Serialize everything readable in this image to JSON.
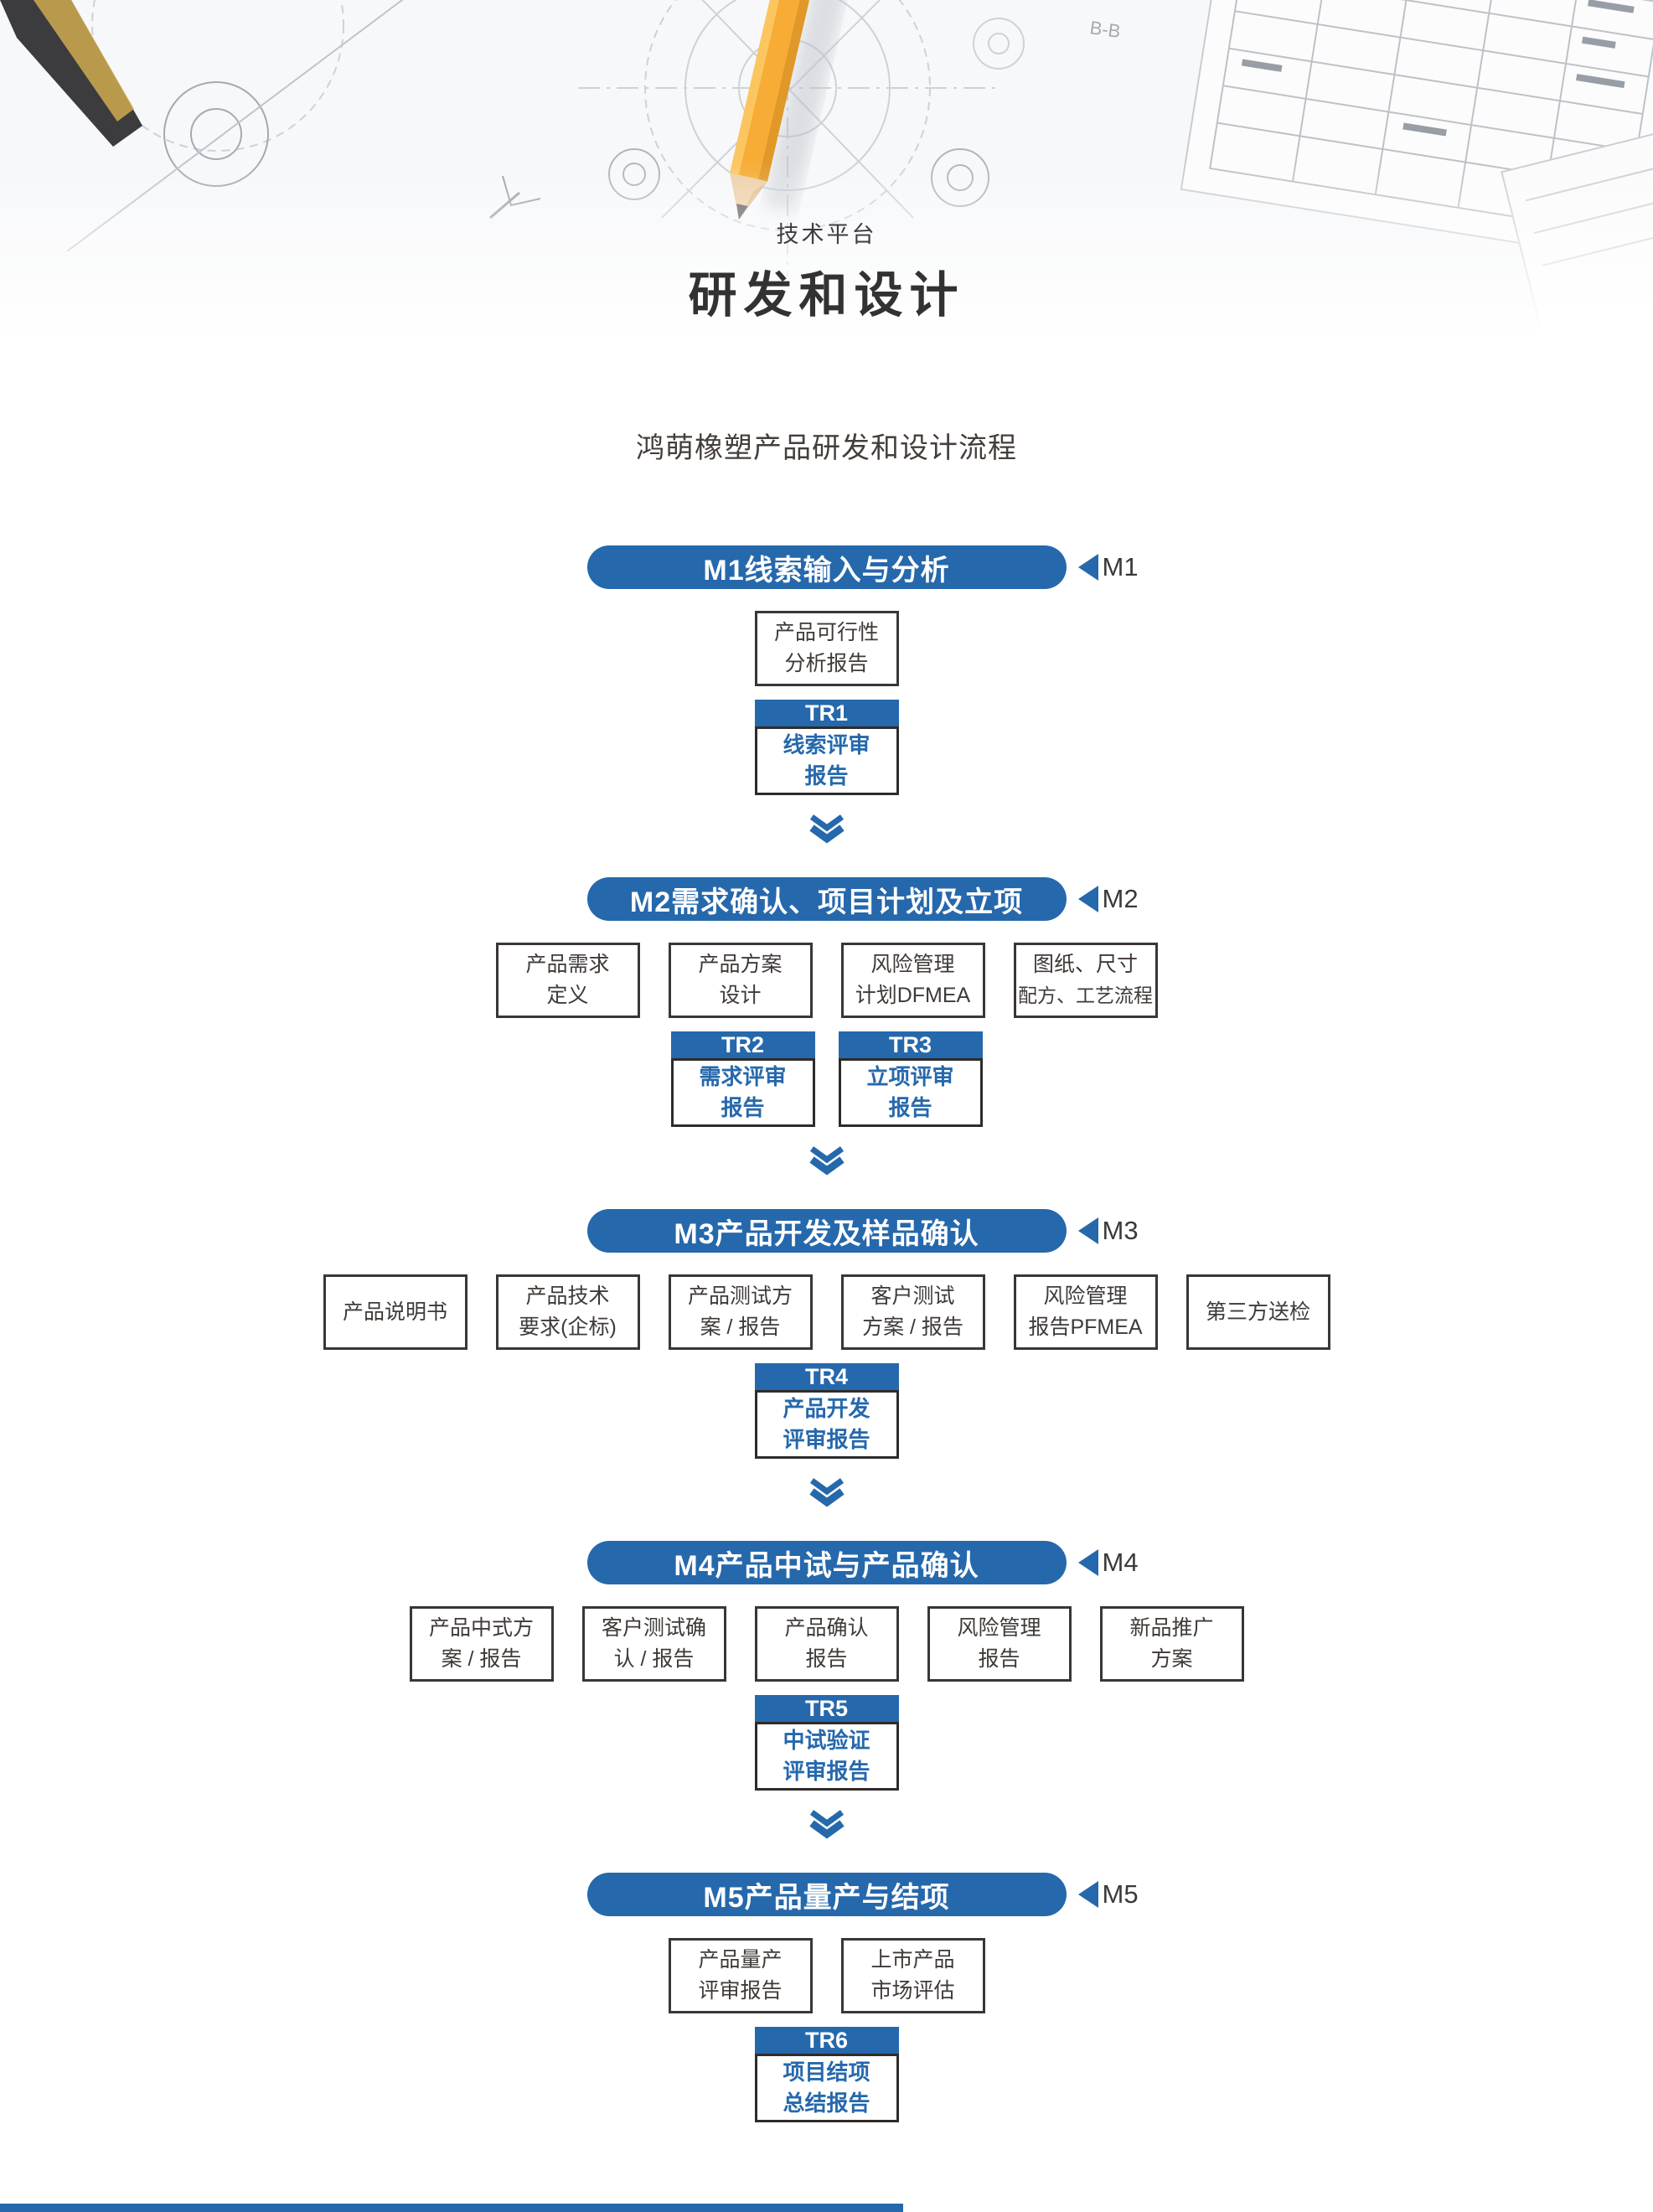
{
  "hero": {
    "kicker": "技术平台",
    "title": "研发和设计"
  },
  "flow": {
    "title": "鸿萌橡塑产品研发和设计流程"
  },
  "colors": {
    "primary_blue": "#2668AC",
    "box_border": "#3A3633",
    "text_dark": "#3F3A37"
  },
  "stages": [
    {
      "id": "M1",
      "pill_label": "M1线索输入与分析",
      "marker_label": "M1",
      "docs": [
        {
          "lines": [
            "产品可行性",
            "分析报告"
          ]
        }
      ],
      "trs": [
        {
          "id": "TR1",
          "lines": [
            "线索评审",
            "报告"
          ]
        }
      ],
      "arrow_after": true
    },
    {
      "id": "M2",
      "pill_label": "M2需求确认、项目计划及立项",
      "marker_label": "M2",
      "docs": [
        {
          "lines": [
            "产品需求",
            "定义"
          ]
        },
        {
          "lines": [
            "产品方案",
            "设计"
          ]
        },
        {
          "lines": [
            "风险管理",
            "计划DFMEA"
          ]
        },
        {
          "lines": [
            "图纸、尺寸",
            "配方、工艺流程"
          ]
        }
      ],
      "trs": [
        {
          "id": "TR2",
          "lines": [
            "需求评审",
            "报告"
          ]
        },
        {
          "id": "TR3",
          "lines": [
            "立项评审",
            "报告"
          ]
        }
      ],
      "arrow_after": true
    },
    {
      "id": "M3",
      "pill_label": "M3产品开发及样品确认",
      "marker_label": "M3",
      "docs": [
        {
          "lines": [
            "产品说明书"
          ]
        },
        {
          "lines": [
            "产品技术",
            "要求(企标)"
          ]
        },
        {
          "lines": [
            "产品测试方",
            "案 / 报告"
          ]
        },
        {
          "lines": [
            "客户测试",
            "方案 / 报告"
          ]
        },
        {
          "lines": [
            "风险管理",
            "报告PFMEA"
          ]
        },
        {
          "lines": [
            "第三方送检"
          ]
        }
      ],
      "trs": [
        {
          "id": "TR4",
          "lines": [
            "产品开发",
            "评审报告"
          ]
        }
      ],
      "arrow_after": true
    },
    {
      "id": "M4",
      "pill_label": "M4产品中试与产品确认",
      "marker_label": "M4",
      "docs": [
        {
          "lines": [
            "产品中式方",
            "案 / 报告"
          ]
        },
        {
          "lines": [
            "客户测试确",
            "认 / 报告"
          ]
        },
        {
          "lines": [
            "产品确认",
            "报告"
          ]
        },
        {
          "lines": [
            "风险管理",
            "报告"
          ]
        },
        {
          "lines": [
            "新品推广",
            "方案"
          ]
        }
      ],
      "trs": [
        {
          "id": "TR5",
          "lines": [
            "中试验证",
            "评审报告"
          ]
        }
      ],
      "arrow_after": true
    },
    {
      "id": "M5",
      "pill_label": "M5产品量产与结项",
      "marker_label": "M5",
      "docs": [
        {
          "lines": [
            "产品量产",
            "评审报告"
          ]
        },
        {
          "lines": [
            "上市产品",
            "市场评估"
          ]
        }
      ],
      "trs": [
        {
          "id": "TR6",
          "lines": [
            "项目结项",
            "总结报告"
          ]
        }
      ],
      "arrow_after": false
    }
  ]
}
